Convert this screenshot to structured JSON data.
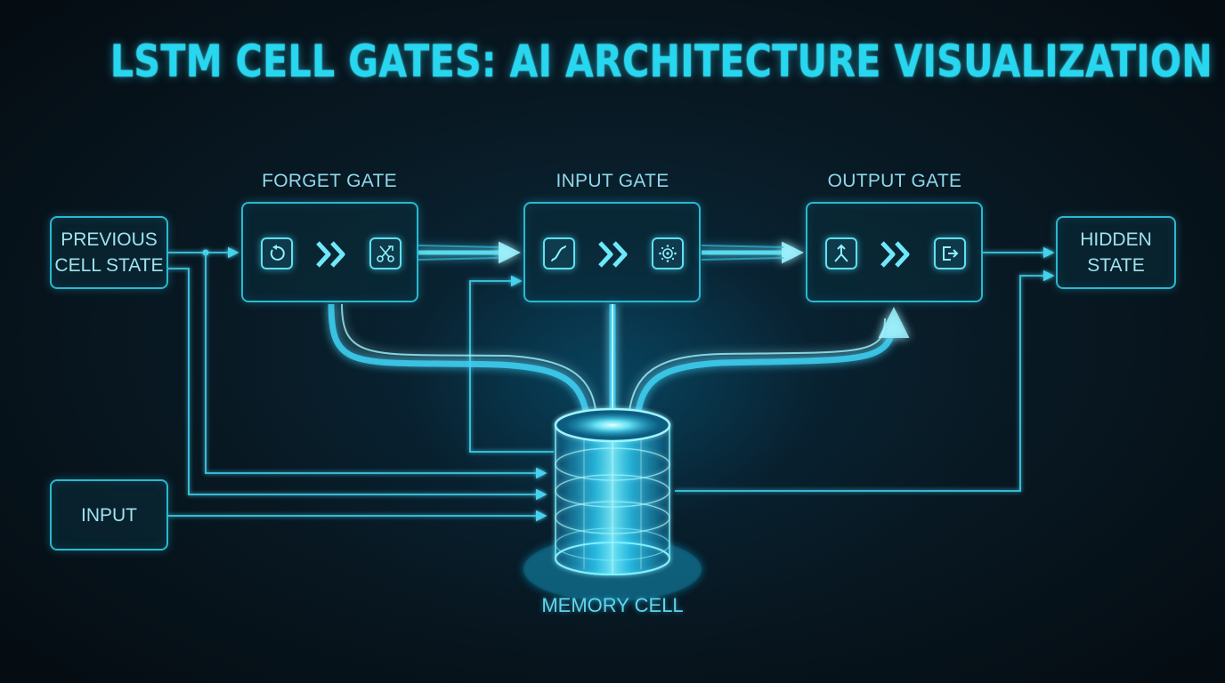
{
  "title": "LSTM CELL GATES: AI ARCHITECTURE VISUALIZATION",
  "gates": {
    "forget": {
      "label": "FORGET GATE",
      "icons": [
        "reset-icon",
        "chevron-right-icon",
        "scissors-icon"
      ]
    },
    "input": {
      "label": "INPUT GATE",
      "icons": [
        "sigmoid-curve-icon",
        "chevron-right-icon",
        "network-icon"
      ]
    },
    "output": {
      "label": "OUTPUT GATE",
      "icons": [
        "merge-arrow-icon",
        "chevron-right-icon",
        "exit-icon"
      ]
    }
  },
  "nodes": {
    "previous_cell_state": {
      "line1": "PREVIOUS",
      "line2": "CELL STATE"
    },
    "hidden_state": {
      "line1": "HIDDEN",
      "line2": "STATE"
    },
    "input": {
      "label": "INPUT"
    },
    "memory_cell": {
      "label": "MEMORY CELL",
      "icon": "cylinder-database-icon"
    }
  },
  "colors": {
    "accent": "#27d6ef",
    "line": "#3cc8e4",
    "glow": "#6ff0ff",
    "background": "#07131c"
  }
}
